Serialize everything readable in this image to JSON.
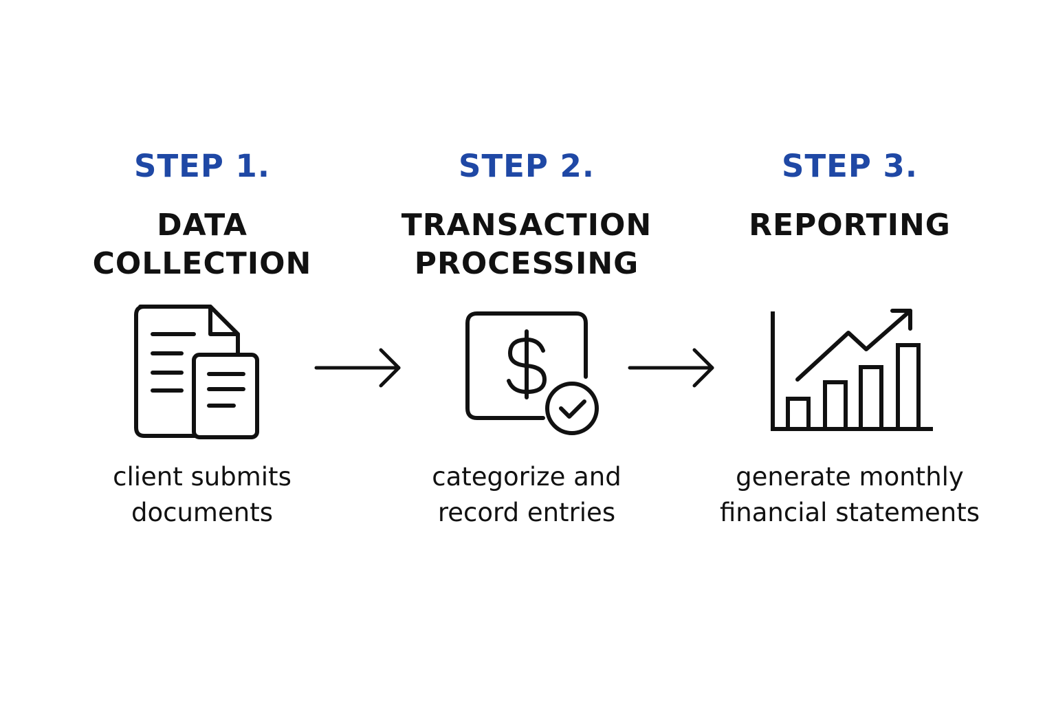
{
  "accent_color": "#1f48a5",
  "ink_color": "#111111",
  "steps": [
    {
      "label": "STEP 1.",
      "title_line1": "DATA",
      "title_line2": "COLLECTION",
      "desc_line1": "client submits",
      "desc_line2": "documents",
      "icon": "documents-icon"
    },
    {
      "label": "STEP 2.",
      "title_line1": "TRANSACTION",
      "title_line2": "PROCESSING",
      "desc_line1": "categorize and",
      "desc_line2": "record entries",
      "icon": "dollar-check-icon"
    },
    {
      "label": "STEP 3.",
      "title_line1": "REPORTING",
      "title_line2": "",
      "desc_line1": "generate monthly",
      "desc_line2": "financial statements",
      "icon": "growth-chart-icon"
    }
  ],
  "connectors": [
    "arrow-right-icon",
    "arrow-right-icon"
  ]
}
